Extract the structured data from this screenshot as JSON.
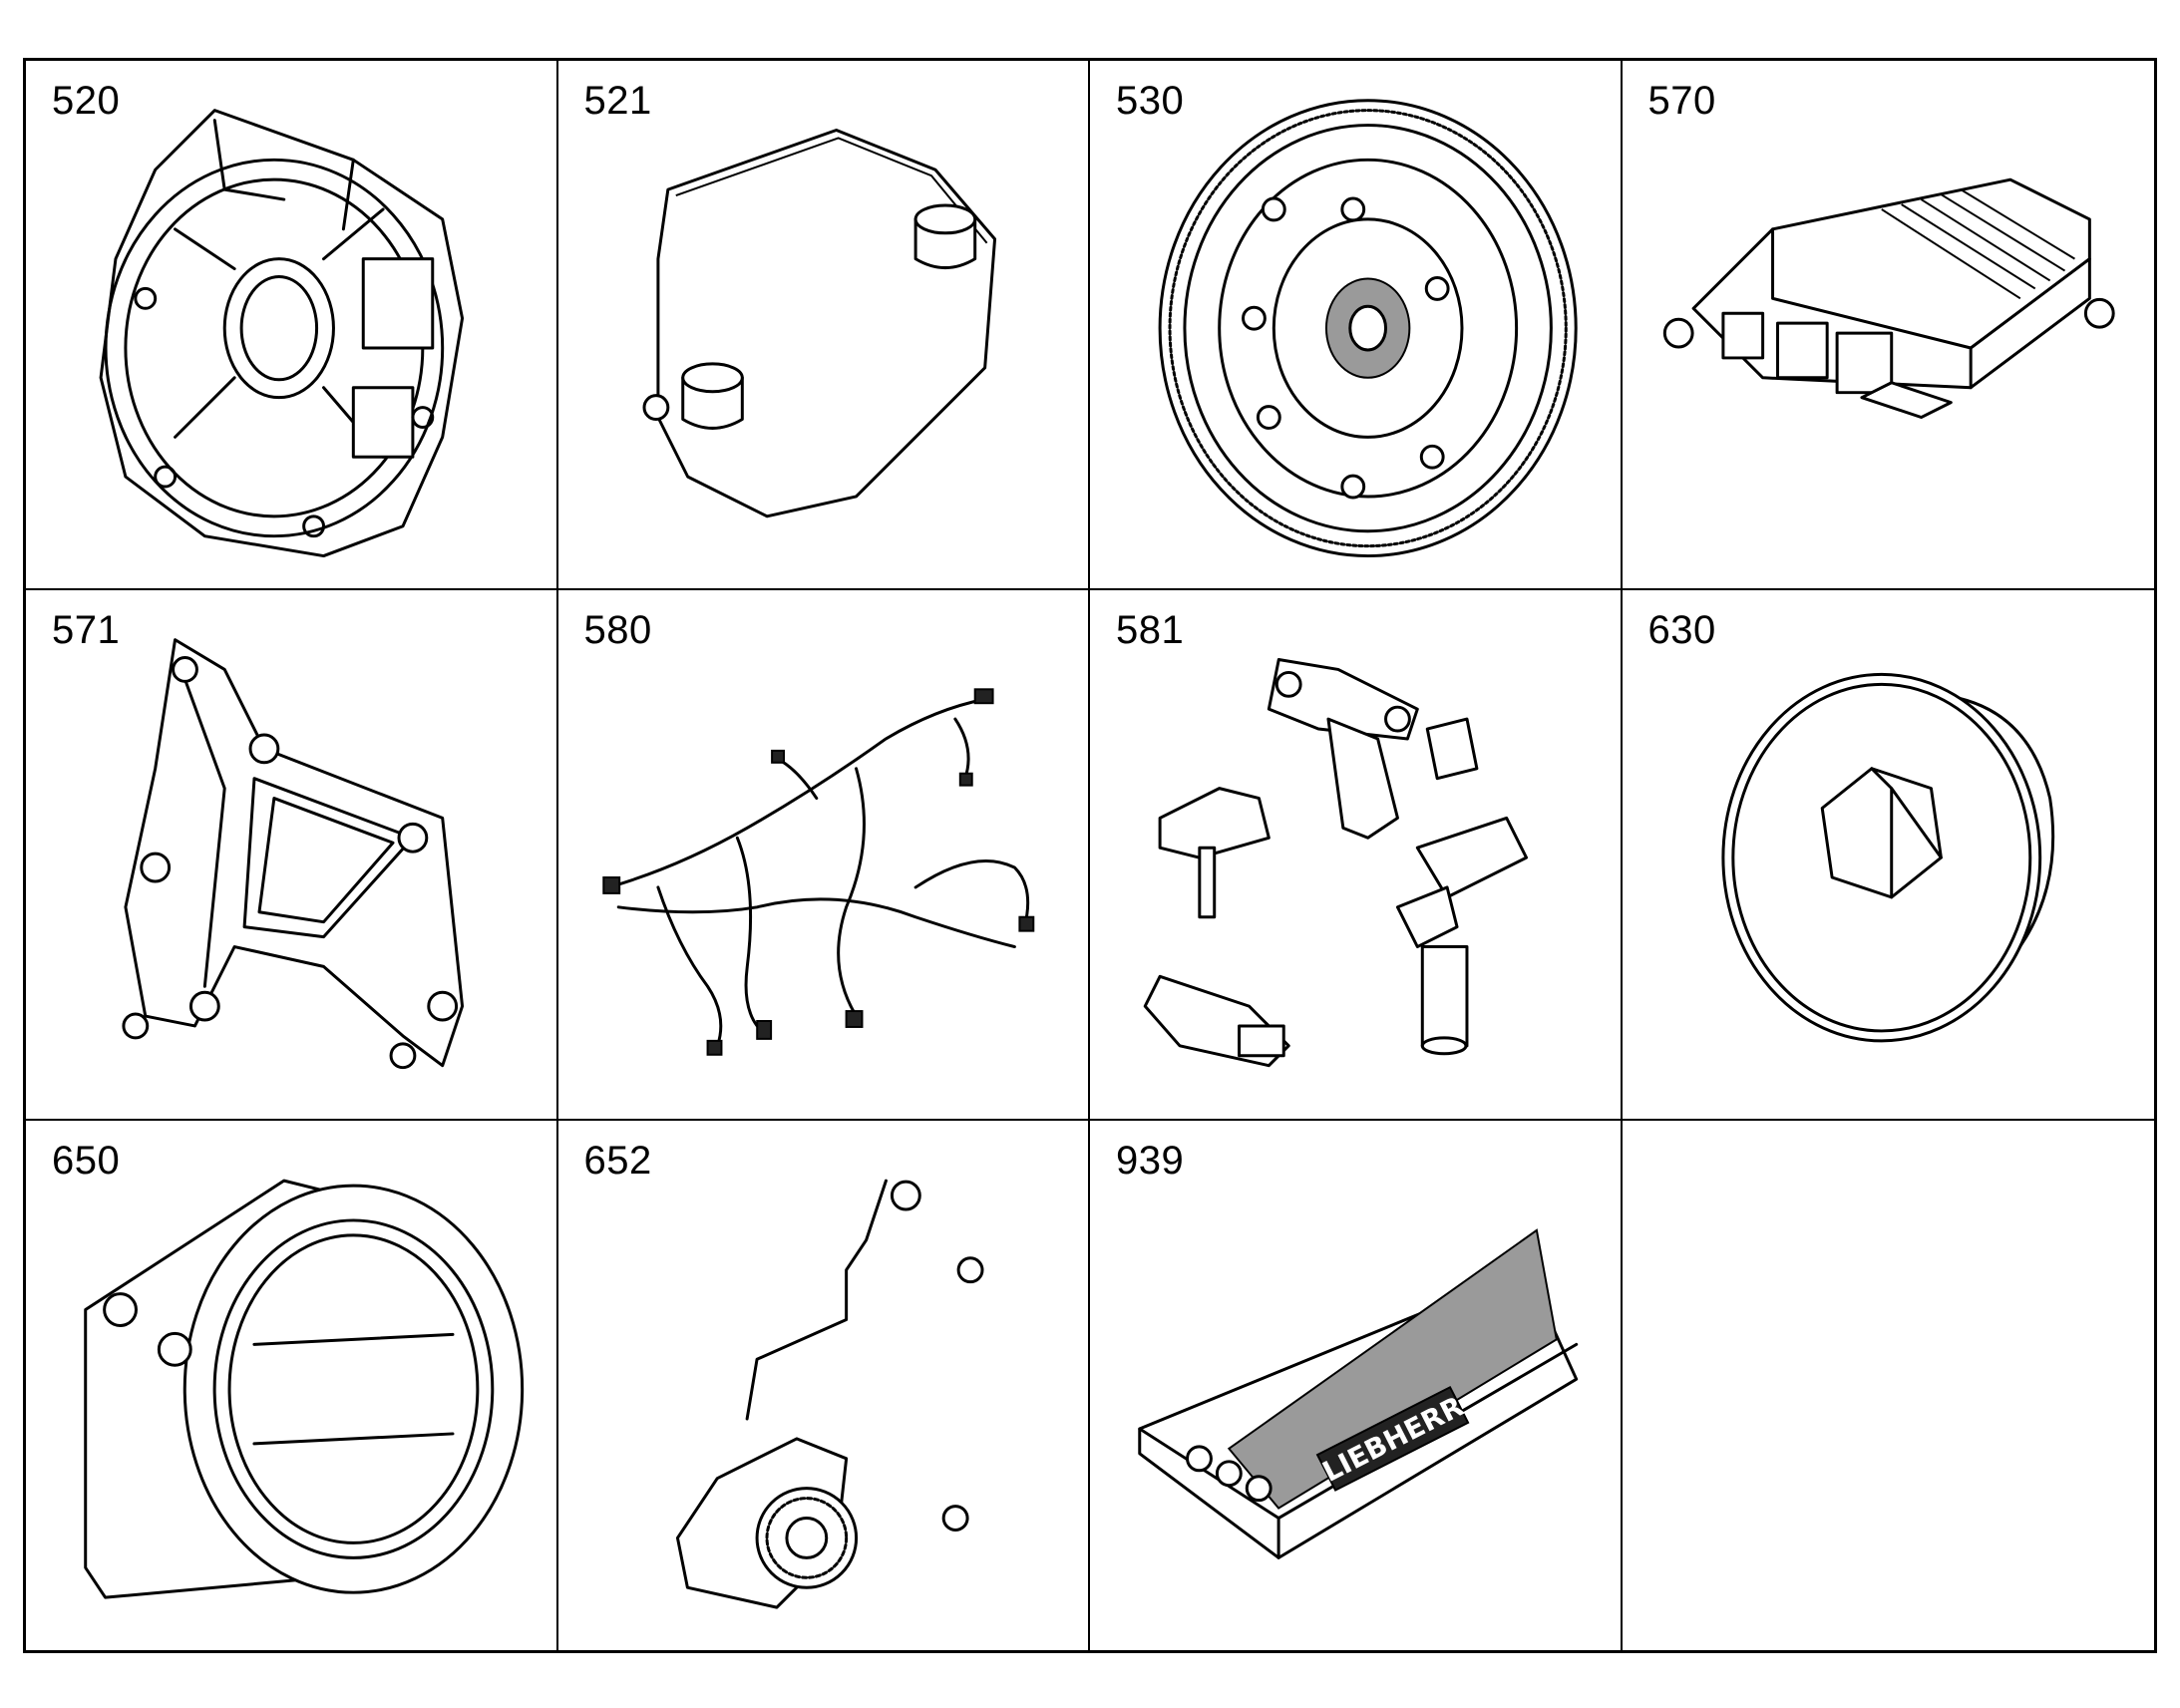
{
  "cells": [
    {
      "number": "520"
    },
    {
      "number": "521"
    },
    {
      "number": "530"
    },
    {
      "number": "570"
    },
    {
      "number": "571"
    },
    {
      "number": "580"
    },
    {
      "number": "581"
    },
    {
      "number": "630"
    },
    {
      "number": "650"
    },
    {
      "number": "652"
    },
    {
      "number": "939",
      "logo_text": "LIEBHERR"
    },
    {
      "number": ""
    }
  ]
}
